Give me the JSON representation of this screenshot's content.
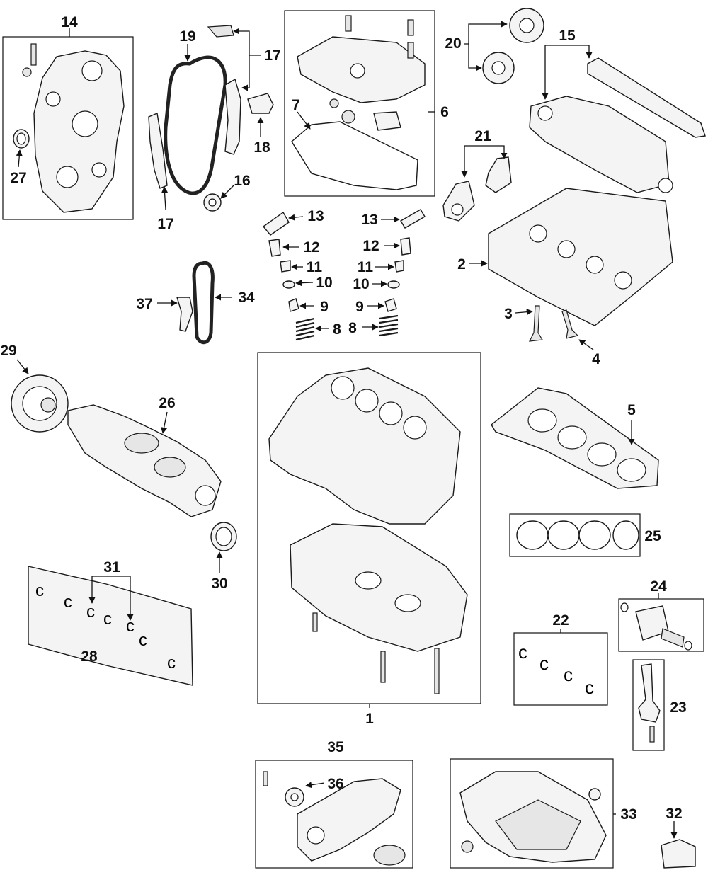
{
  "callouts": {
    "c1": "1",
    "c2": "2",
    "c3": "3",
    "c4": "4",
    "c5": "5",
    "c6": "6",
    "c7": "7",
    "c8a": "8",
    "c8b": "8",
    "c9a": "9",
    "c9b": "9",
    "c10a": "10",
    "c10b": "10",
    "c11a": "11",
    "c11b": "11",
    "c12a": "12",
    "c12b": "12",
    "c13a": "13",
    "c13b": "13",
    "c14": "14",
    "c15": "15",
    "c16": "16",
    "c17a": "17",
    "c17b": "17",
    "c18": "18",
    "c19": "19",
    "c20": "20",
    "c21": "21",
    "c22": "22",
    "c23": "23",
    "c24": "24",
    "c25": "25",
    "c26": "26",
    "c27": "27",
    "c28": "28",
    "c29": "29",
    "c30": "30",
    "c31": "31",
    "c32": "32",
    "c33": "33",
    "c34": "34",
    "c35": "35",
    "c36": "36",
    "c37": "37"
  },
  "colors": {
    "ink": "#111111",
    "part_fill": "#f4f4f4",
    "background": "#ffffff"
  }
}
